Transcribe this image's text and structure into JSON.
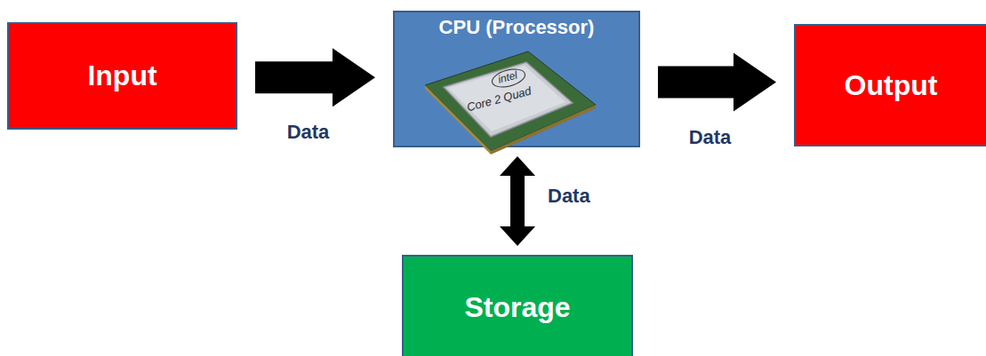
{
  "diagram": {
    "nodes": [
      {
        "text": [
          "Input"
        ]
      },
      {
        "text": [
          "CPU (Processor)"
        ]
      },
      {
        "text": [
          "Output"
        ]
      },
      {
        "text": [
          "Storage"
        ]
      }
    ],
    "edges": [
      {
        "from": 0,
        "to": 1,
        "label": "Data",
        "arrow": "to"
      },
      {
        "from": 1,
        "to": 2,
        "label": "Data",
        "arrow": "to"
      },
      {
        "from": 1,
        "to": 3,
        "label": "Data",
        "arrow": "both"
      }
    ],
    "labels": [
      "intel",
      "Core 2 Quad"
    ]
  }
}
